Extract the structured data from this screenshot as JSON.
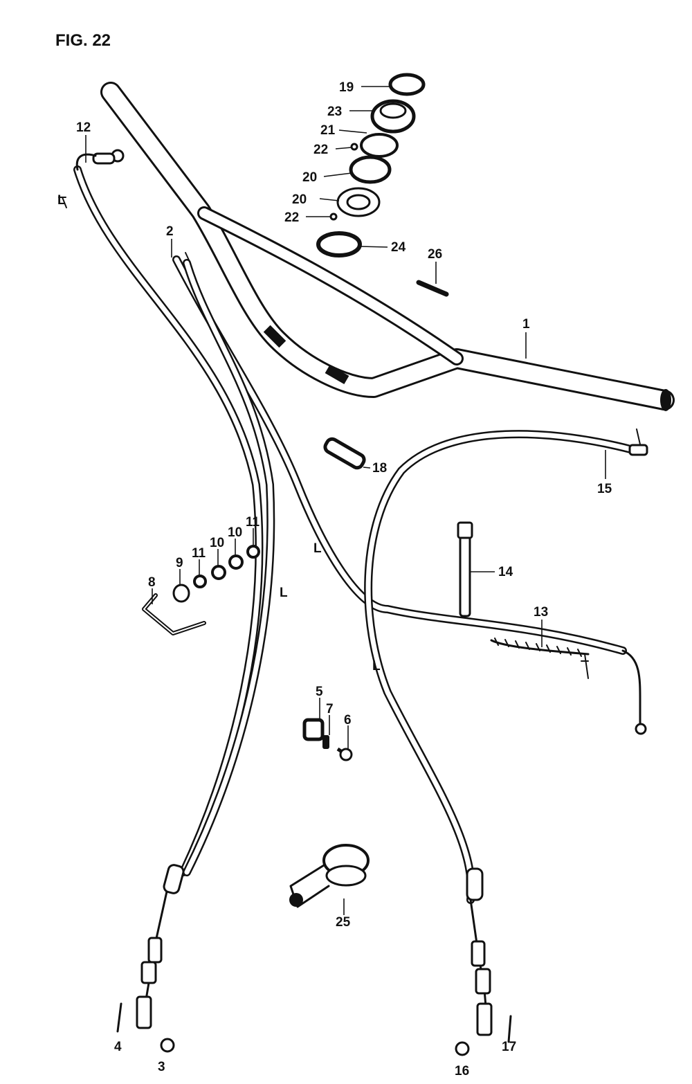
{
  "figure_title": "FIG. 22",
  "callouts": [
    "1",
    "2",
    "3",
    "4",
    "5",
    "6",
    "7",
    "8",
    "9",
    "10",
    "11",
    "12",
    "13",
    "14",
    "15",
    "16",
    "17",
    "18",
    "19",
    "20",
    "21",
    "22",
    "23",
    "24",
    "25",
    "26"
  ],
  "length_marks": [
    "L",
    "L",
    "L",
    "L"
  ]
}
